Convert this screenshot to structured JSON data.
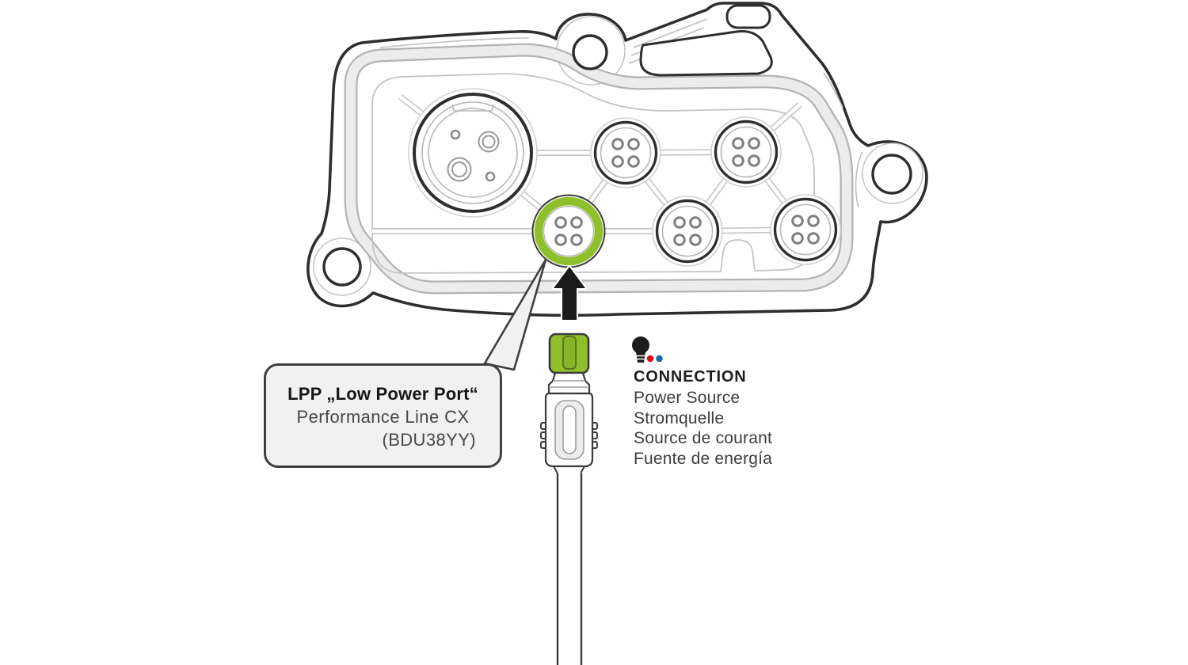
{
  "callout": {
    "title": "LPP „Low Power Port“",
    "line2": "Performance Line CX",
    "line3": "(BDU38YY)"
  },
  "legend": {
    "heading": "CONNECTION",
    "items": [
      "Power Source",
      "Stromquelle",
      "Source de courant",
      "Fuente de energía"
    ]
  },
  "colors": {
    "accent_green": "#8fc02c",
    "legend_red": "#e30613",
    "legend_blue": "#1266b3",
    "arrow_black": "#1b1b1b",
    "outline_dark": "#2e2e2e"
  },
  "icons": {
    "legend_icon": "light-bulb-icon",
    "pointer_icon": "up-arrow-icon"
  }
}
